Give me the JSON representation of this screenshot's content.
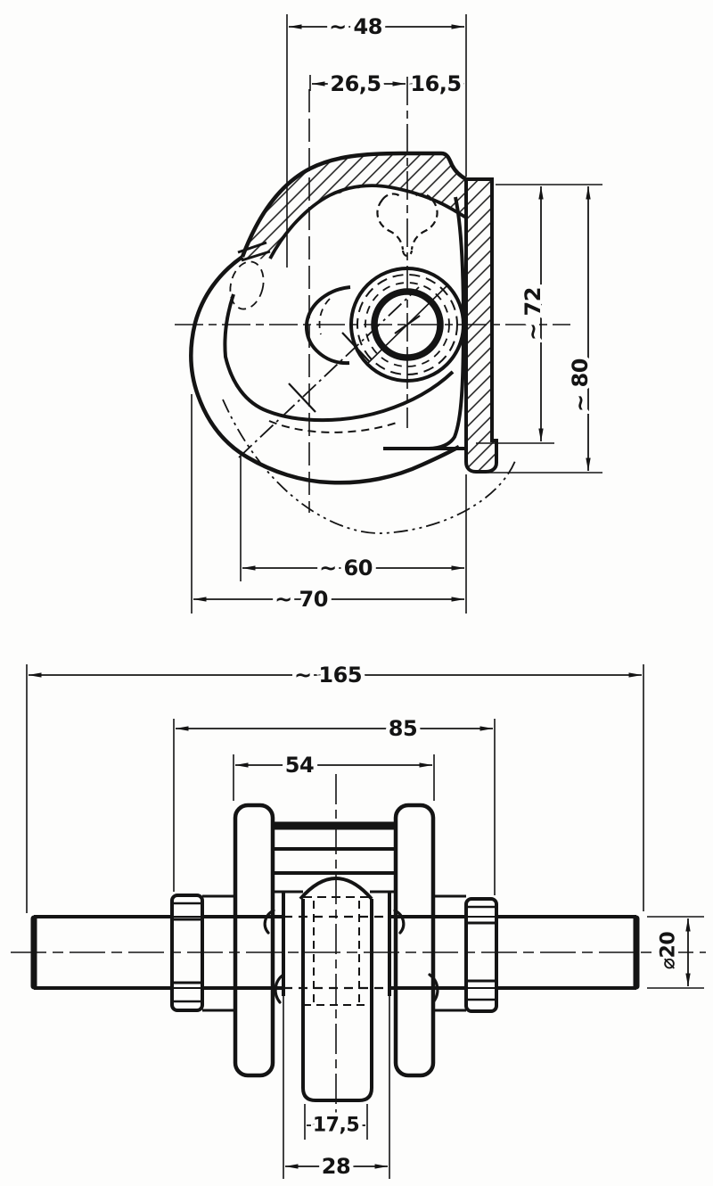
{
  "drawing": {
    "paper_color": "#fdfdfc",
    "ink_color": "#141414",
    "top_view": {
      "name": "side-section-view",
      "dims": {
        "overall_width": "~ 48",
        "center_to_left": "26,5",
        "center_to_right": "16,5",
        "flange_height": "~ 72",
        "overall_height": "~ 80",
        "jaw_width": "~ 60",
        "body_width": "~ 70"
      }
    },
    "front_view": {
      "name": "front-view",
      "dims": {
        "overall_length": "~ 165",
        "collar_span": "85",
        "web_span": "54",
        "journal_width": "17,5",
        "hub_width": "28",
        "shaft_diameter": "⌀20"
      }
    }
  }
}
